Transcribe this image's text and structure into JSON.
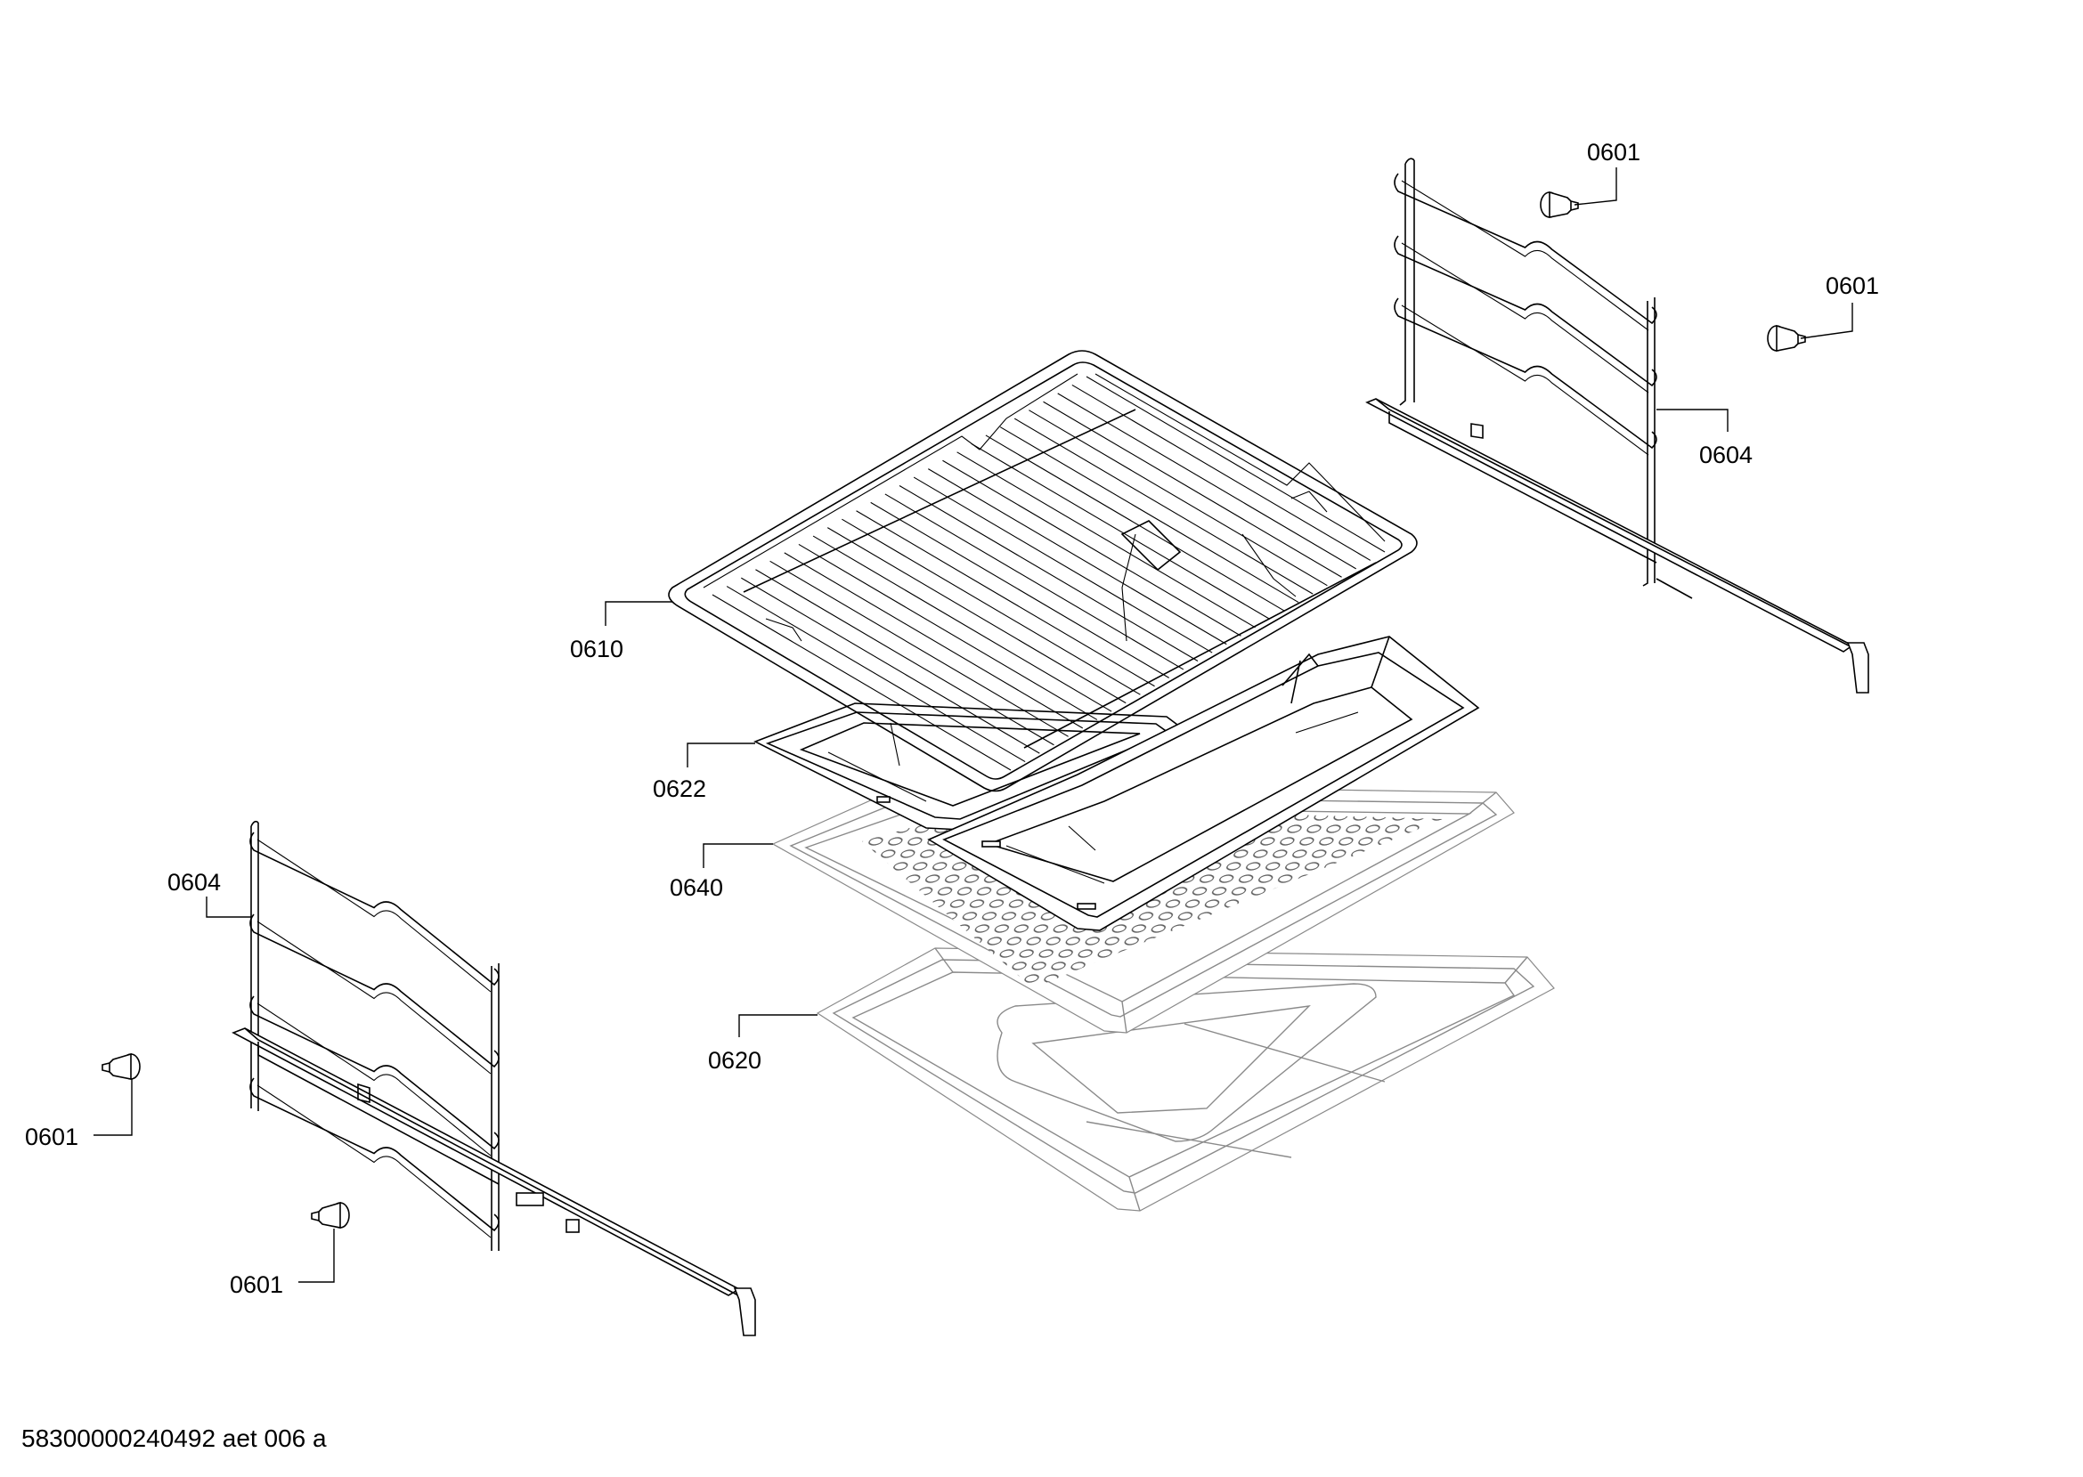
{
  "diagram": {
    "document_id": "58300000240492 aet 006 a",
    "callouts": [
      {
        "id": "c-0601-a",
        "label": "0601"
      },
      {
        "id": "c-0601-b",
        "label": "0601"
      },
      {
        "id": "c-0604-right",
        "label": "0604"
      },
      {
        "id": "c-0610",
        "label": "0610"
      },
      {
        "id": "c-0622",
        "label": "0622"
      },
      {
        "id": "c-0640",
        "label": "0640"
      },
      {
        "id": "c-0620",
        "label": "0620"
      },
      {
        "id": "c-0604-left",
        "label": "0604"
      },
      {
        "id": "c-0601-c",
        "label": "0601"
      },
      {
        "id": "c-0601-d",
        "label": "0601"
      }
    ],
    "parts": [
      {
        "id": "part-wire-rack",
        "ref": "0610"
      },
      {
        "id": "part-small-tray",
        "ref": "0622"
      },
      {
        "id": "part-perforated-tray",
        "ref": "0640"
      },
      {
        "id": "part-baking-tray",
        "ref": "0620"
      },
      {
        "id": "part-side-rail-right",
        "ref": "0604"
      },
      {
        "id": "part-side-rail-left",
        "ref": "0604"
      },
      {
        "id": "part-fixing-clip",
        "ref": "0601"
      }
    ]
  }
}
